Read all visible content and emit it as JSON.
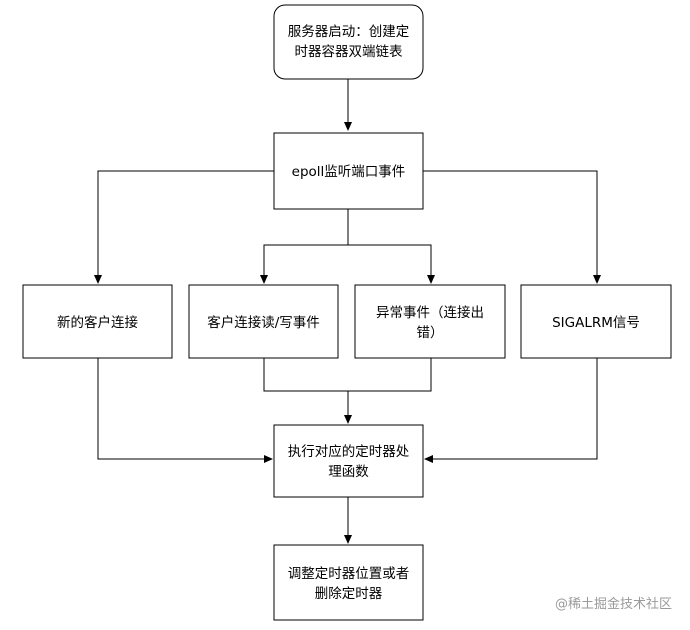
{
  "nodes": {
    "server_start": {
      "lines": [
        "服务器启动：创建定",
        "时器容器双端链表"
      ]
    },
    "epoll_listen": {
      "lines": [
        "epoll监听端口事件"
      ]
    },
    "new_conn": {
      "lines": [
        "新的客户连接"
      ]
    },
    "rw_event": {
      "lines": [
        "客户连接读/写事件"
      ]
    },
    "exception": {
      "lines": [
        "异常事件（连接出",
        "错）"
      ]
    },
    "sigalrm": {
      "lines": [
        "SIGALRM信号"
      ]
    },
    "handler": {
      "lines": [
        "执行对应的定时器处",
        "理函数"
      ]
    },
    "adjust": {
      "lines": [
        "调整定时器位置或者",
        "删除定时器"
      ]
    }
  },
  "watermark": {
    "text": "@稀土掘金技术社区"
  },
  "colors": {
    "stroke": "#000000",
    "fill": "#ffffff",
    "watermark": "#9a9a9a"
  }
}
